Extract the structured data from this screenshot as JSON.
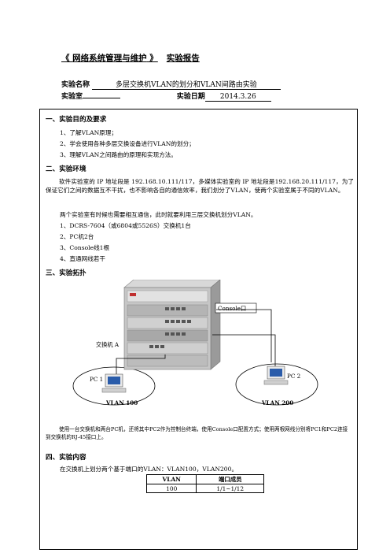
{
  "header": {
    "course_prefix": "《 ",
    "course_name": "网络系统管理与维护",
    "course_suffix": " 》",
    "report_label": "实验报告"
  },
  "meta": {
    "name_label": "实验名称",
    "name_value": "多层交换机VLAN的划分和VLAN间路由实验",
    "lab_label": "实验室",
    "lab_value": "",
    "date_label": "实验日期",
    "date_value": "2014.3.26"
  },
  "section1": {
    "heading": "一、实验目的及要求",
    "items": [
      "1、了解VLAN原理；",
      "2、学会使用各种多层交换设备进行VLAN的划分；",
      "3、理解VLAN之间路由的原理和实现方法。"
    ]
  },
  "section2": {
    "heading": "二、实验环境",
    "paragraph": "软件实验室的 IP 地址段是 192.168.10.111/117，多媒体实验室的 IP 地址段是192.168.20.111/117，为了保证它们之间的数据互不干扰，也不影响各自的通信效率，我们划分了VLAN，使两个实验室属于不同的VLAN。",
    "line2": "两个实验室有时候也需要相互通信，此时就要利用三层交换机划分VLAN。",
    "items": [
      "1、DCRS-7604（或6804或5526S）交换机1台",
      "2、PC机2台",
      "3、Console线1根",
      "4、直通网线若干"
    ]
  },
  "section3": {
    "heading": "三、实验拓扑",
    "console_label": "Console口",
    "switch_label": "交换机 A",
    "pc1_label": "PC 1",
    "pc2_label": "PC 2",
    "vlan1_label": "VLAN 100",
    "vlan2_label": "VLAN 200",
    "caption": "使用一台交换机和两台PC机，还将其中PC2作为控制台终端，使用Console口配置方式；使用两根网线分别将PC1和PC2连接到交换机的RJ-45接口上。"
  },
  "section4": {
    "heading": "四、实验内容",
    "line": "在交换机上划分两个基于端口的VLAN：VLAN100，VLAN200。",
    "table": {
      "headers": [
        "VLAN",
        "端口成员"
      ],
      "rows": [
        [
          "100",
          "1/1~1/12"
        ]
      ]
    }
  }
}
